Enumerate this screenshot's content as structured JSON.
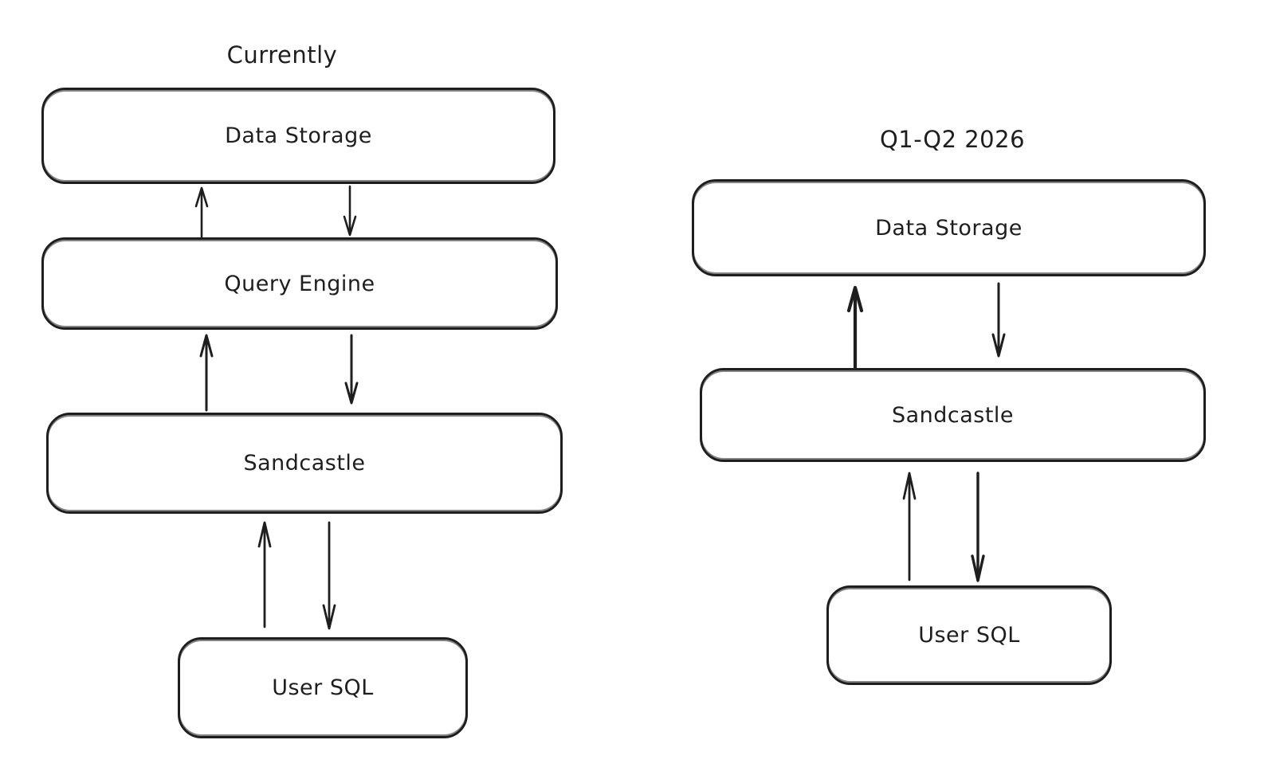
{
  "page": {
    "background_color": "#ffffff",
    "ink_color": "#1e1e1e"
  },
  "diagrams": [
    {
      "id": "current-architecture",
      "title": "Currently",
      "nodes": [
        {
          "label": "Data Storage"
        },
        {
          "label": "Query Engine"
        },
        {
          "label": "Sandcastle"
        },
        {
          "label": "User SQL"
        }
      ],
      "edges": [
        {
          "from": "Query Engine",
          "to": "Data Storage",
          "direction": "bidirectional"
        },
        {
          "from": "Sandcastle",
          "to": "Query Engine",
          "direction": "bidirectional"
        },
        {
          "from": "User SQL",
          "to": "Sandcastle",
          "direction": "bidirectional"
        }
      ]
    },
    {
      "id": "future-architecture",
      "title": "Q1-Q2 2026",
      "nodes": [
        {
          "label": "Data Storage"
        },
        {
          "label": "Sandcastle"
        },
        {
          "label": "User SQL"
        }
      ],
      "edges": [
        {
          "from": "Sandcastle",
          "to": "Data Storage",
          "direction": "bidirectional"
        },
        {
          "from": "User SQL",
          "to": "Sandcastle",
          "direction": "bidirectional"
        }
      ]
    }
  ]
}
